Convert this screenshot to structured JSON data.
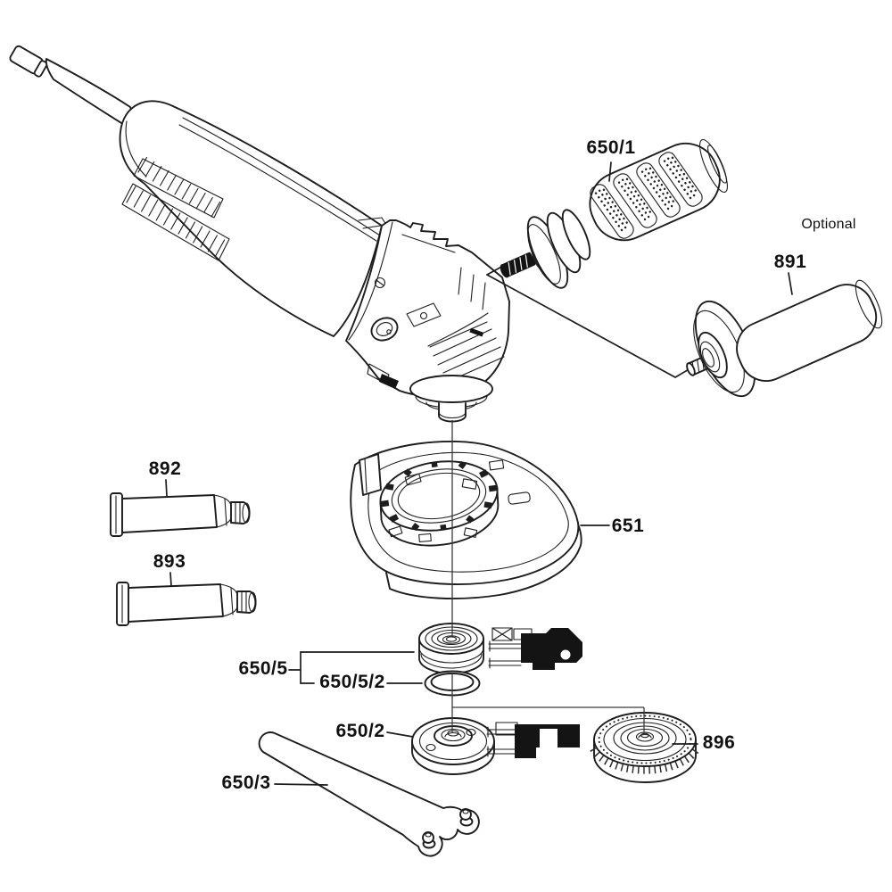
{
  "diagram": {
    "colors": {
      "background": "#ffffff",
      "line": "#1d1d1d",
      "pictogram": "#141414"
    },
    "parts": [
      {
        "name": "anti-vibration-side-handle",
        "label": "650/1"
      },
      {
        "name": "side-handle",
        "label": "891",
        "note": "Optional"
      },
      {
        "name": "grease-tube-upper",
        "label": "892"
      },
      {
        "name": "grease-tube-lower",
        "label": "893"
      },
      {
        "name": "wheel-guard",
        "label": "651"
      },
      {
        "name": "backing-flange",
        "label": "650/5"
      },
      {
        "name": "o-ring",
        "label": "650/5/2"
      },
      {
        "name": "clamping-nut",
        "label": "650/2"
      },
      {
        "name": "pin-spanner-wrench",
        "label": "650/3"
      },
      {
        "name": "quick-clamping-nut",
        "label": "896"
      }
    ]
  }
}
